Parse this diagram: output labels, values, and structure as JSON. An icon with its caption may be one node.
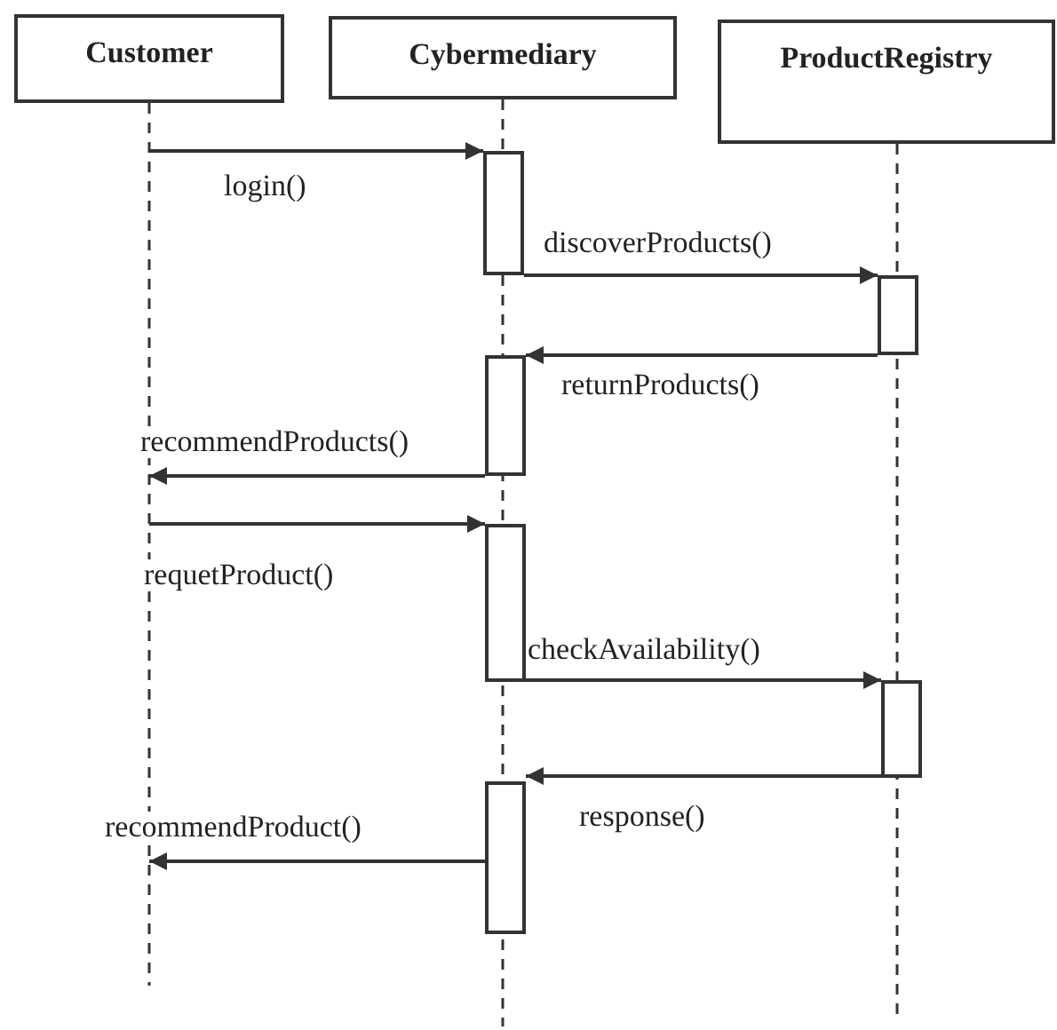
{
  "diagram": {
    "nodes": [
      {
        "text": [
          "Customer"
        ]
      },
      {
        "text": [
          "Cybermediary"
        ]
      },
      {
        "text": [
          "ProductRegistry"
        ]
      },
      {
        "text": [],
        "shape": "bar"
      },
      {
        "text": [],
        "shape": "bar"
      },
      {
        "text": [],
        "shape": "bar"
      },
      {
        "text": [],
        "shape": "bar"
      },
      {
        "text": [],
        "shape": "bar"
      },
      {
        "text": [],
        "shape": "bar"
      }
    ],
    "edges": [
      {
        "from": 0,
        "to": 3,
        "arrow": "to",
        "label": "login()"
      },
      {
        "from": 3,
        "to": 4,
        "arrow": "to",
        "label": "discoverProducts()"
      },
      {
        "from": 4,
        "to": 5,
        "arrow": "to",
        "label": "returnProducts()"
      },
      {
        "from": 5,
        "to": 0,
        "arrow": "to",
        "label": "recommendProducts()"
      },
      {
        "from": 0,
        "to": 6,
        "arrow": "to",
        "label": "requetProduct()"
      },
      {
        "from": 6,
        "to": 7,
        "arrow": "to",
        "label": "checkAvailability()"
      },
      {
        "from": 7,
        "to": 8,
        "arrow": "to",
        "label": "response()"
      },
      {
        "from": 8,
        "to": 0,
        "arrow": "to",
        "label": "recommendProduct()"
      }
    ]
  }
}
